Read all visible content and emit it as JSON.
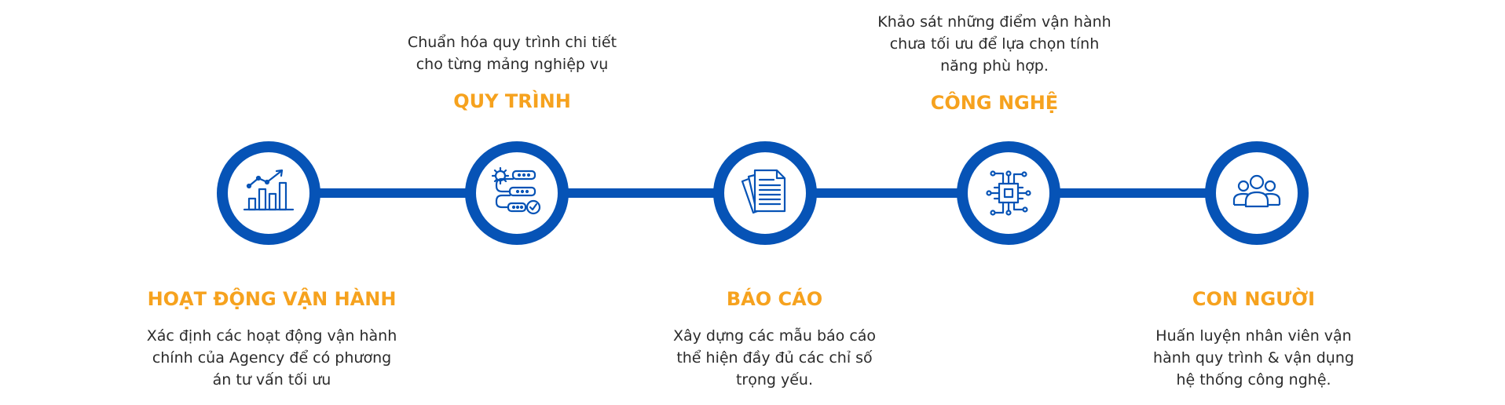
{
  "steps": [
    {
      "title": "HOẠT ĐỘNG VẬN HÀNH",
      "desc_lines": [
        "Xác định các hoạt động vận hành",
        "chính của Agency để có phương",
        "án tư vấn tối ưu"
      ],
      "icon": "bar-chart-icon"
    },
    {
      "title": "QUY TRÌNH",
      "desc_lines": [
        "Chuẩn hóa quy trình chi tiết",
        "cho từng mảng nghiệp vụ"
      ],
      "icon": "workflow-icon"
    },
    {
      "title": "BÁO CÁO",
      "desc_lines": [
        "Xây dựng các mẫu báo cáo",
        "thể hiện đầy đủ các chỉ số",
        "trọng yếu."
      ],
      "icon": "documents-icon"
    },
    {
      "title": "CÔNG NGHỆ",
      "desc_lines": [
        "Khảo sát những điểm vận hành",
        "chưa tối ưu để lựa chọn tính",
        "năng phù hợp."
      ],
      "icon": "chip-icon"
    },
    {
      "title": "CON NGƯỜI",
      "desc_lines": [
        "Huấn luyện nhân viên vận",
        "hành quy trình & vận dụng",
        "hệ thống công nghệ."
      ],
      "icon": "people-icon"
    }
  ],
  "colors": {
    "primary": "#0653b6",
    "accent": "#f6a21e",
    "text": "#2b2b2b"
  }
}
